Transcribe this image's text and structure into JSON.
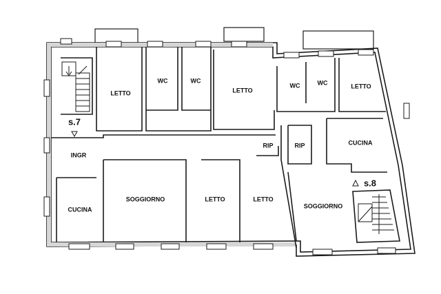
{
  "rooms": {
    "letto_1": "LETTO",
    "wc_1": "WC",
    "wc_2": "WC",
    "letto_2": "LETTO",
    "wc_3": "WC",
    "wc_4": "WC",
    "letto_3": "LETTO",
    "stair_left": "s.7",
    "ingr": "INGR",
    "rip_1": "RIP",
    "rip_2": "RIP",
    "cucina_right": "CUCINA",
    "stair_right": "s.8",
    "cucina_left": "CUCINA",
    "soggiorno_left": "SOGGIORNO",
    "letto_4": "LETTO",
    "letto_5": "LETTO",
    "soggiorno_right": "SOGGIORNO"
  }
}
